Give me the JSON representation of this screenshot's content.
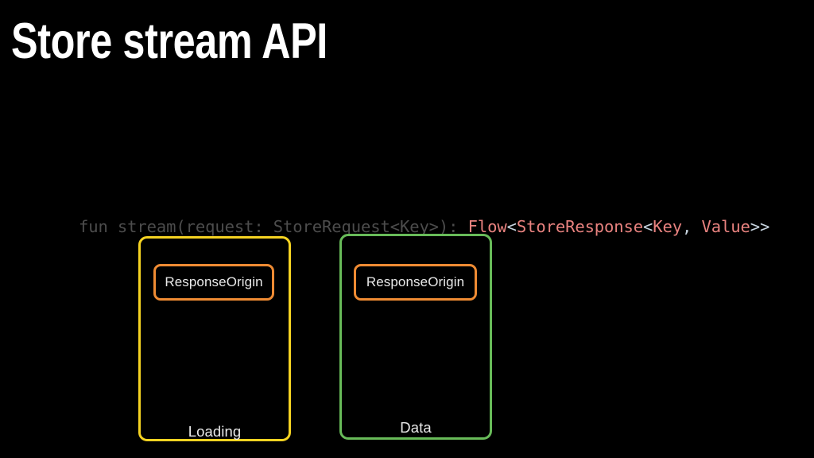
{
  "slide": {
    "background_color": "#000000",
    "title": "Store stream API"
  },
  "code_signature": {
    "full_text": "fun stream(request: StoreRequest<Key>): Flow<StoreResponse<Key, Value>>",
    "dim_color": "#4c4c4c",
    "type_color": "#e8827f",
    "punct_color": "#c6d3de",
    "tokens": [
      {
        "text": "fun stream(request: StoreRequest<Key>): ",
        "style": "dim"
      },
      {
        "text": "Flow",
        "style": "type"
      },
      {
        "text": "<",
        "style": "punct"
      },
      {
        "text": "StoreResponse",
        "style": "type"
      },
      {
        "text": "<",
        "style": "punct"
      },
      {
        "text": "Key",
        "style": "type"
      },
      {
        "text": ", ",
        "style": "punct"
      },
      {
        "text": "Value",
        "style": "type"
      },
      {
        "text": ">>",
        "style": "punct"
      }
    ]
  },
  "diagram": {
    "inner_chip_color": "#ef8b33",
    "states": [
      {
        "name": "loading",
        "border_color": "#f5d322",
        "chip_label": "ResponseOrigin",
        "state_label": "Loading"
      },
      {
        "name": "data",
        "border_color": "#68bb59",
        "chip_label": "ResponseOrigin",
        "state_label": "Data"
      }
    ]
  }
}
